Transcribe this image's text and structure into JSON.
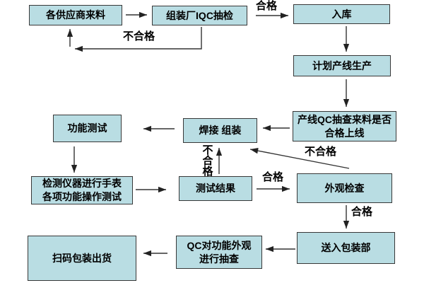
{
  "diagram": {
    "type": "flowchart",
    "colors": {
      "box_fill": "#b9dde3",
      "box_border": "#383838",
      "arrow": "#333333",
      "text": "#000000",
      "background": "#ffffff"
    },
    "nodes": [
      {
        "id": "supplier-incoming",
        "label": "各供应商来料"
      },
      {
        "id": "assembly-iqc",
        "label": "组装厂IQC抽检"
      },
      {
        "id": "warehouse",
        "label": "入库"
      },
      {
        "id": "plan-production",
        "label": "计划产线生产"
      },
      {
        "id": "line-qc-check",
        "label": "产线QC抽查来料是否\n合格上线"
      },
      {
        "id": "weld-assemble",
        "label": "焊接 组装"
      },
      {
        "id": "function-test",
        "label": "功能测试"
      },
      {
        "id": "instrument-test",
        "label": "检测仪器进行手表\n各项功能操作测试"
      },
      {
        "id": "test-result",
        "label": "测试结果"
      },
      {
        "id": "visual-inspection",
        "label": "外观检查"
      },
      {
        "id": "send-packing",
        "label": "送入包装部"
      },
      {
        "id": "qc-sampling",
        "label": "QC对功能外观\n进行抽查"
      },
      {
        "id": "scan-pack-ship",
        "label": "扫码包装出货"
      }
    ],
    "edge_labels": {
      "pass_iqc_to_warehouse": "合格",
      "fail_iqc_to_supplier": "不合格",
      "fail_result_to_weld": "不合格",
      "fail_visual_to_weld": "不合格",
      "pass_result_to_visual": "合格",
      "pass_visual_to_packing": "合格"
    }
  }
}
